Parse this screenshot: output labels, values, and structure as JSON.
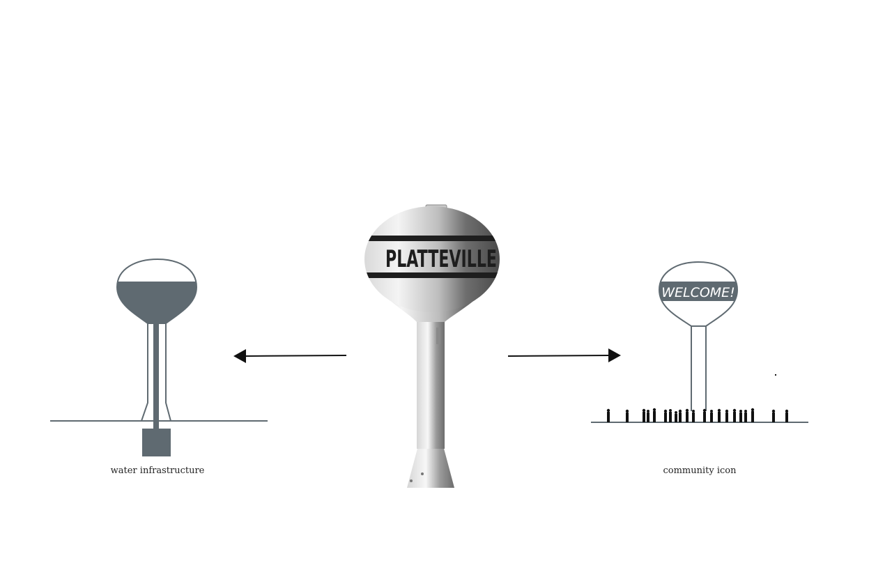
{
  "center_tower": {
    "label": "PLATTEVILLE"
  },
  "left_diagram": {
    "caption": "water infrastructure"
  },
  "right_diagram": {
    "caption": "community icon",
    "sign_text": "WELCOME!"
  },
  "colors": {
    "slate": "#5f6a71",
    "black": "#111111"
  }
}
